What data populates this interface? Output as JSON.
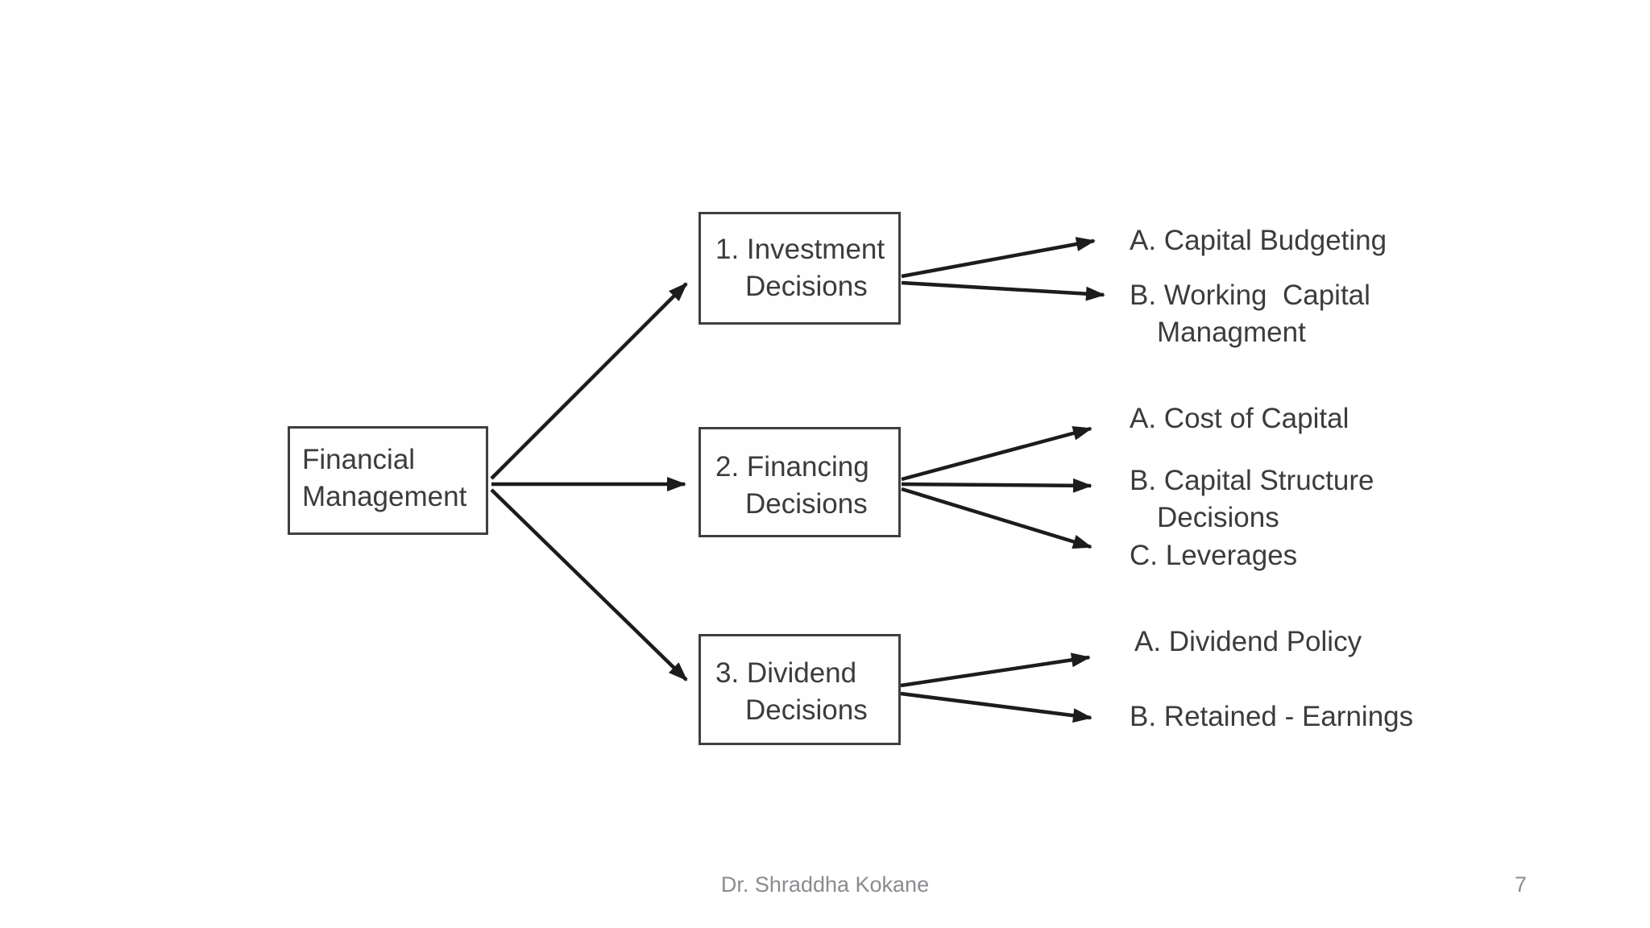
{
  "diagram": {
    "root": {
      "lines": [
        "Financial",
        "Management"
      ]
    },
    "branches": [
      {
        "box_lines": [
          "1. Investment",
          "Decisions"
        ],
        "leaves": [
          {
            "lines": [
              "A. Capital Budgeting"
            ]
          },
          {
            "lines": [
              "B. Working  Capital",
              "Managment"
            ]
          }
        ]
      },
      {
        "box_lines": [
          "2. Financing",
          "Decisions"
        ],
        "leaves": [
          {
            "lines": [
              "A. Cost of Capital"
            ]
          },
          {
            "lines": [
              "B. Capital Structure",
              "Decisions"
            ]
          },
          {
            "lines": [
              "C. Leverages"
            ]
          }
        ]
      },
      {
        "box_lines": [
          "3. Dividend",
          "Decisions"
        ],
        "leaves": [
          {
            "lines": [
              "A. Dividend Policy"
            ]
          },
          {
            "lines": [
              "B. Retained - Earnings"
            ]
          }
        ]
      }
    ],
    "colors": {
      "text": "#3c3c3c",
      "box_border": "#3f3f3f",
      "arrow": "#1c1c1c",
      "footer_text": "#8b8b90",
      "background": "#ffffff"
    }
  },
  "footer": {
    "author": "Dr. Shraddha Kokane",
    "page_number": "7"
  }
}
